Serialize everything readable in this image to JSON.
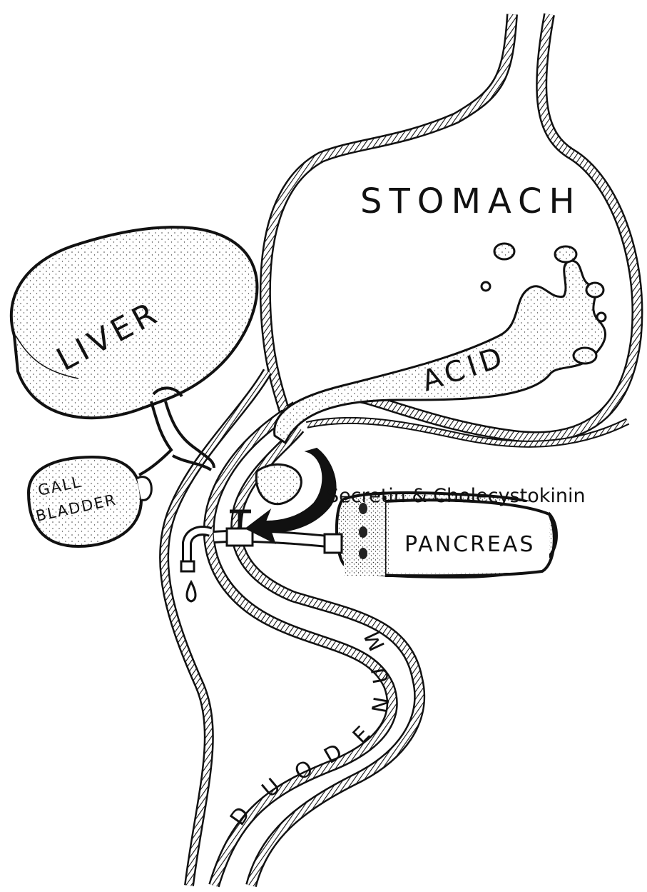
{
  "diagram": {
    "labels": {
      "stomach": "STOMACH",
      "acid": "ACID",
      "liver": "LIVER",
      "gall_bladder_line1": "GALL",
      "gall_bladder_line2": "BLADDER",
      "pancreas": "PANCREAS",
      "hormones": "Secretin & Cholecystokinin",
      "duodenum": "DUODENUM"
    },
    "colors": {
      "ink": "#111111",
      "stipple": "#555555",
      "paper": "#ffffff"
    }
  }
}
